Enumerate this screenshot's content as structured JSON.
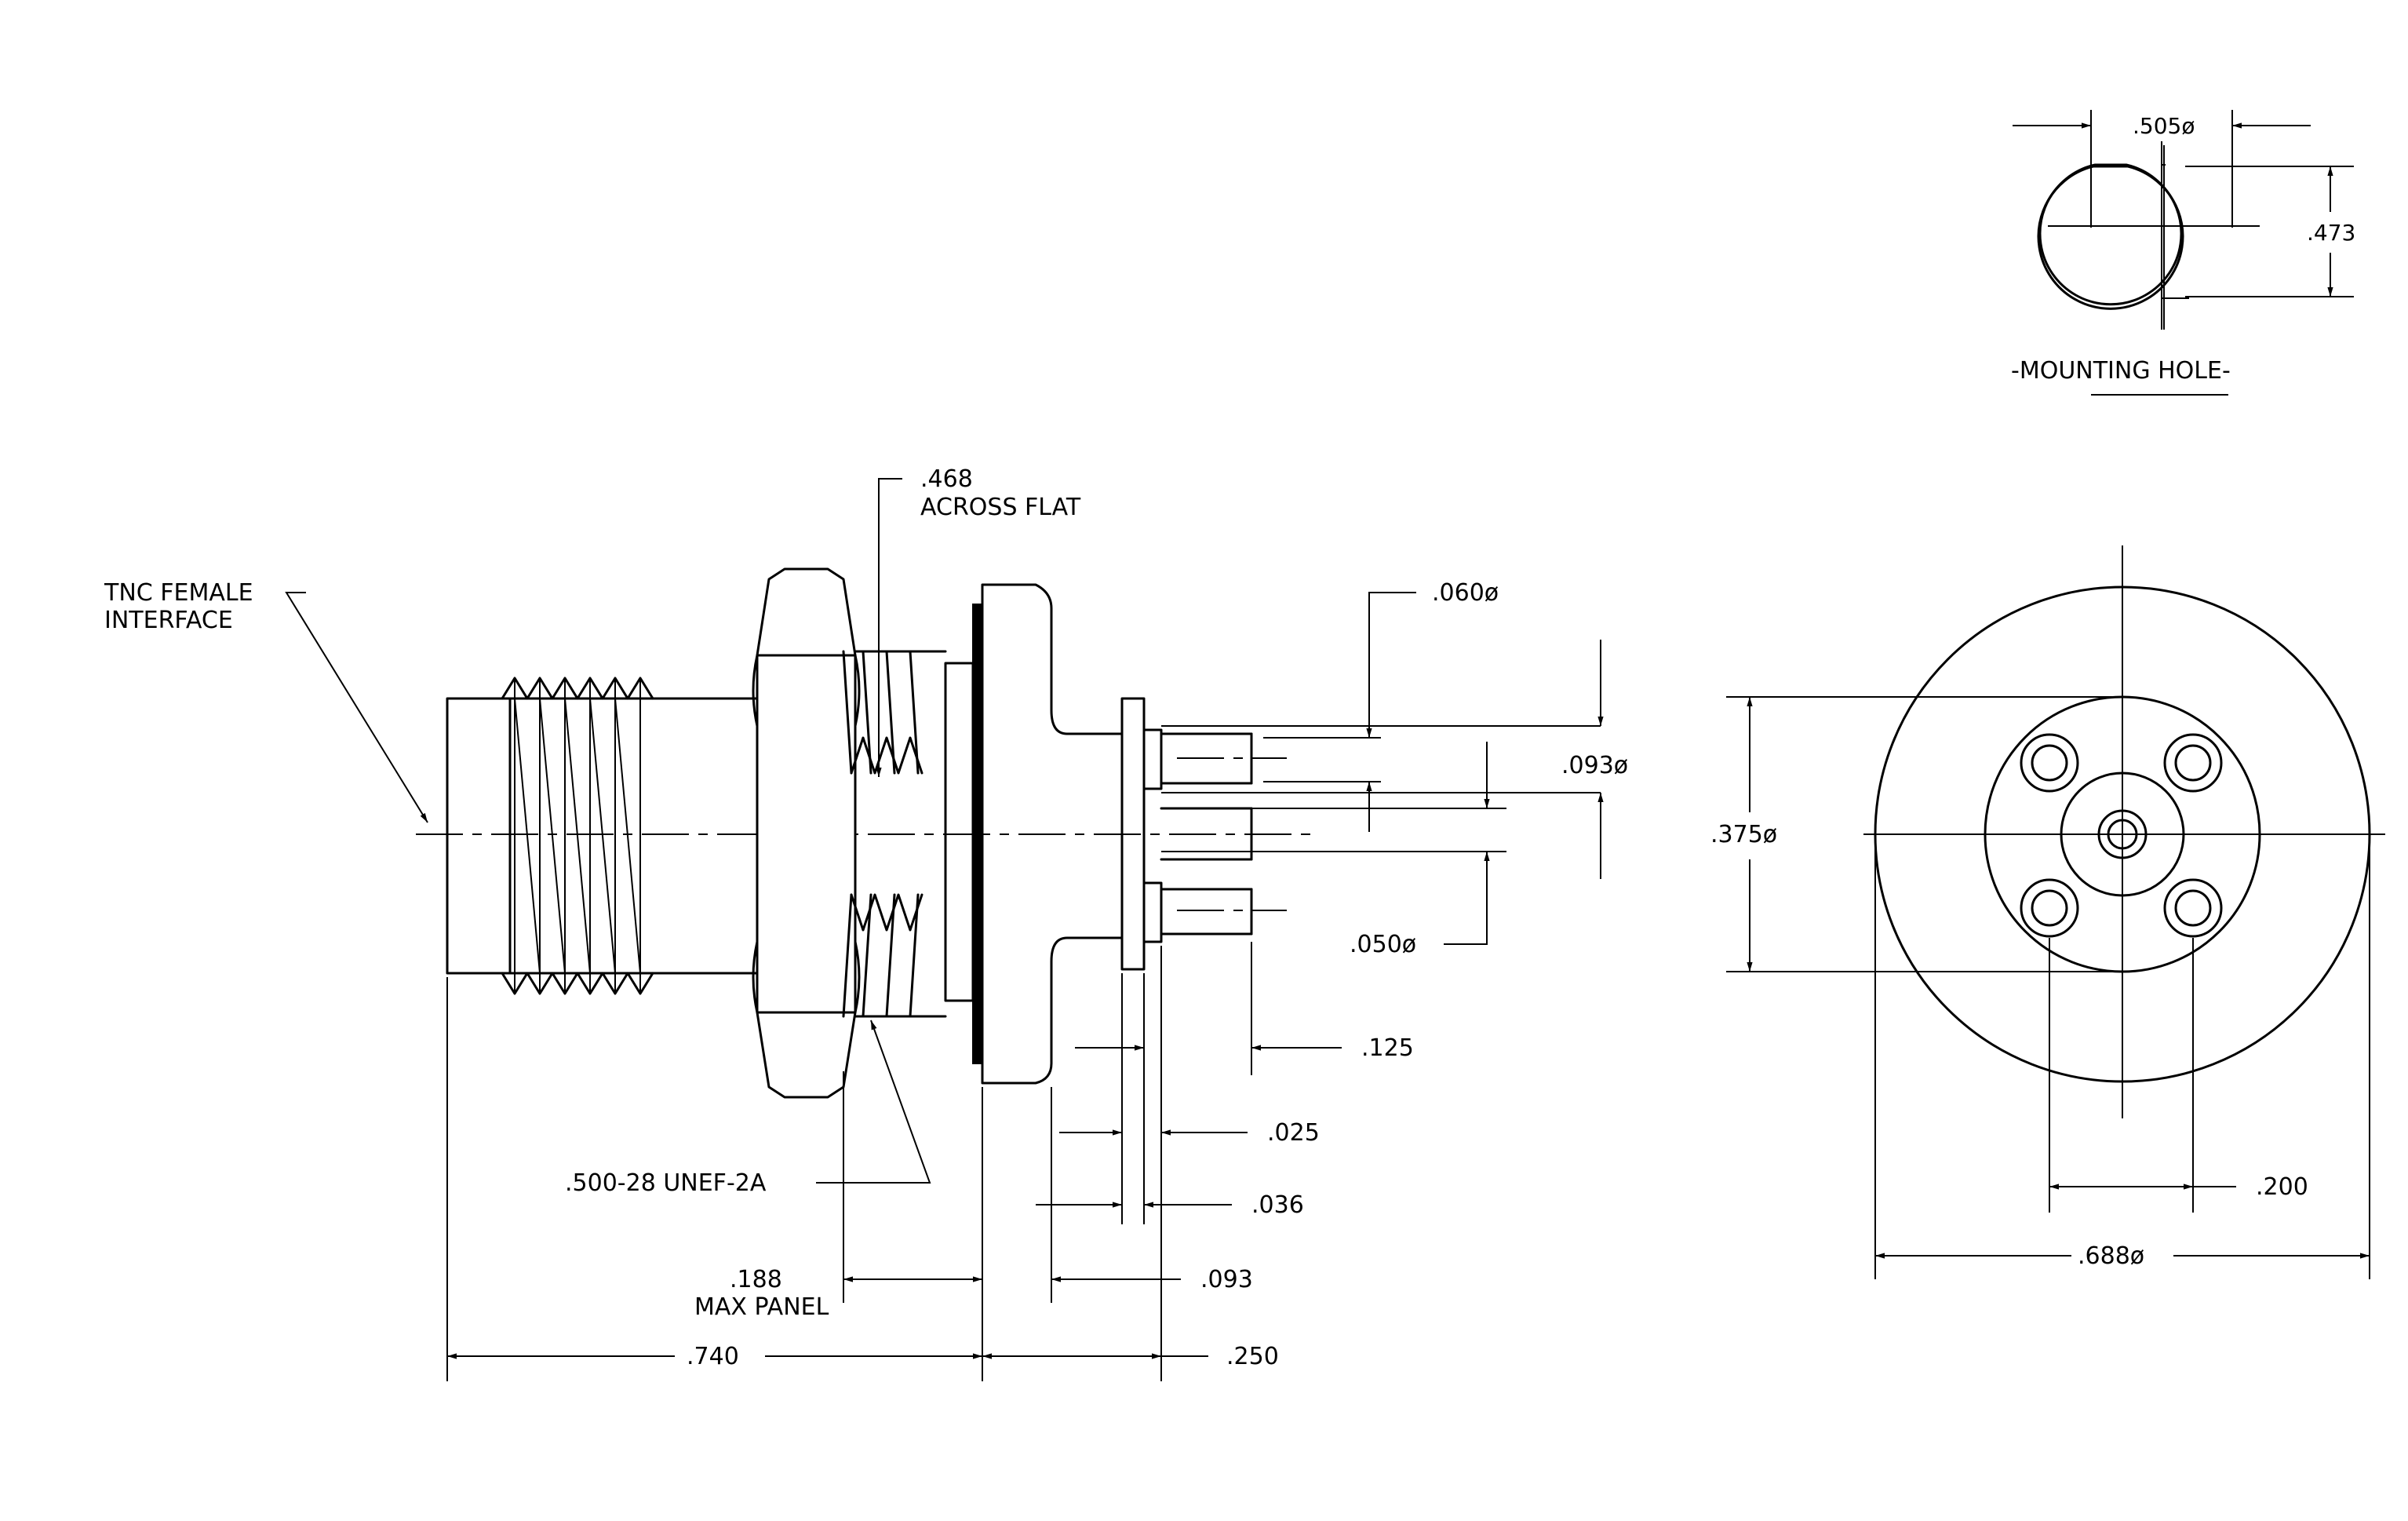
{
  "labels": {
    "interface_line1": "TNC FEMALE",
    "interface_line2": "INTERFACE",
    "across_flat_dim": ".468",
    "across_flat_text": "ACROSS FLAT",
    "thread_spec": ".500-28 UNEF-2A",
    "max_panel_dim": ".188",
    "max_panel_text": "MAX PANEL",
    "overall_length": ".740",
    "rear_length": ".250",
    "pin_dia": ".060ø",
    "pin_spacing": ".093ø",
    "post_dia": ".050ø",
    "pin_length": ".125",
    "dim_025": ".025",
    "dim_036": ".036",
    "dim_093": ".093",
    "mount_width": ".505ø",
    "mount_flat": ".473",
    "mount_title": "-MOUNTING HOLE-",
    "inner_dia": ".375ø",
    "hole_spacing": ".200",
    "flange_dia": ".688ø"
  }
}
